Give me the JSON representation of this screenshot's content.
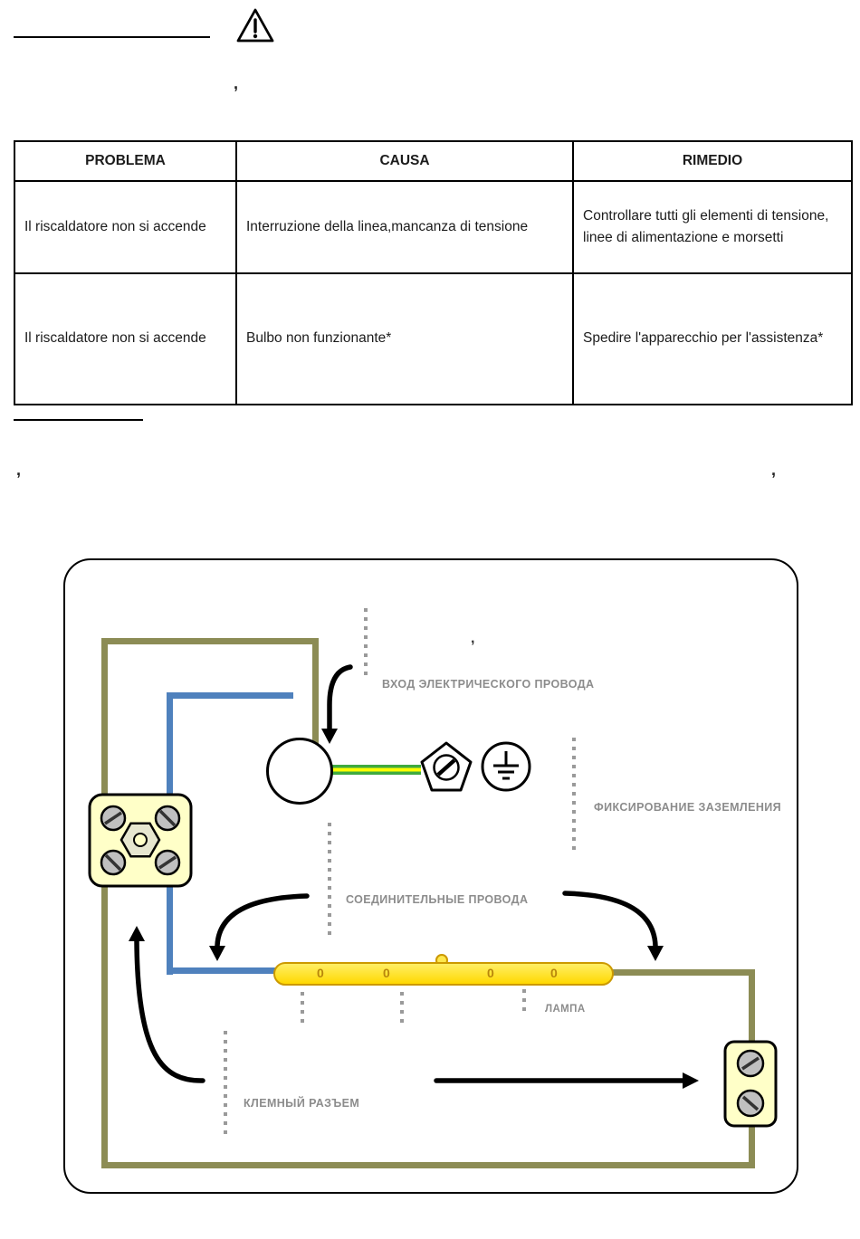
{
  "page": {
    "top_comma": ",",
    "mid_comma_left": ",",
    "mid_comma_right": ","
  },
  "table": {
    "headers": [
      "PROBLEMA",
      "CAUSA",
      "RIMEDIO"
    ],
    "rows": [
      {
        "problema": "Il riscaldatore non si accende",
        "causa": "Interruzione della linea,mancanza di tensione",
        "rimedio": "Controllare tutti gli elementi di tensione, linee di alimentazione e morsetti"
      },
      {
        "problema": "Il riscaldatore non si accende",
        "causa": "Bulbo non funzionante*",
        "rimedio": "Spedire l'apparecchio per l'assistenza*"
      }
    ]
  },
  "diagram": {
    "comma": ",",
    "labels": {
      "wire_entry": "ВХОД ЭЛЕКТРИЧЕСКОГО ПРОВОДА",
      "ground_fixing": "ФИКСИРОВАНИЕ ЗАЗЕМЛЕНИЯ",
      "connecting_wires": "СОЕДИНИТЕЛЬНЫЕ ПРОВОДА",
      "lamp": "ЛАМПА",
      "terminal_connector": "КЛЕМНЫЙ РАЗЪЕМ"
    },
    "lamp_marks": [
      "0",
      "0",
      "0",
      "0"
    ],
    "colors": {
      "perimeter_wire": "#8c8c55",
      "neutral_wire": "#4f81bd",
      "ground_wire_green": "#3faa3f",
      "ground_wire_yellow": "#ffff00",
      "lamp_fill": "#ffd800",
      "terminal_fill": "#ffffc8",
      "label_text": "#8c8c8c"
    }
  }
}
